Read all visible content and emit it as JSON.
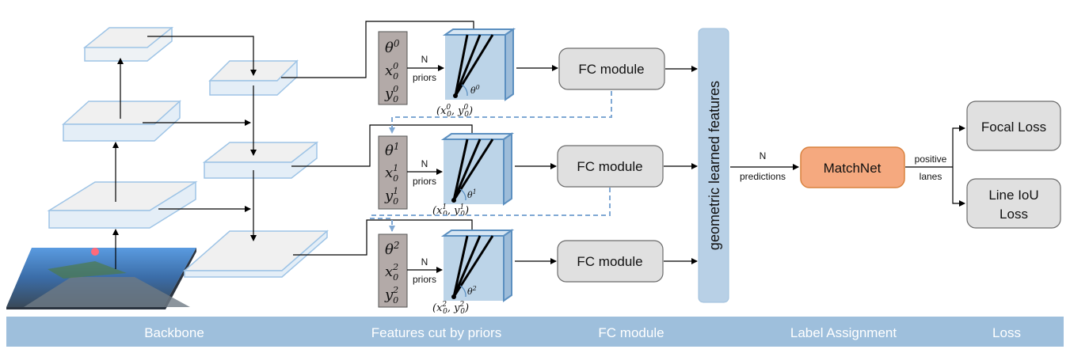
{
  "fc_modules": [
    "FC module",
    "FC module",
    "FC module"
  ],
  "priors_label": [
    "N",
    "priors"
  ],
  "priors": [
    {
      "theta": "θ",
      "x": "x",
      "y": "y",
      "sup": "0",
      "sub": "0",
      "coord": "(x",
      "coord_tail": ")"
    },
    {
      "theta": "θ",
      "x": "x",
      "y": "y",
      "sup": "1",
      "sub": "0",
      "coord": "(x",
      "coord_tail": ")"
    },
    {
      "theta": "θ",
      "x": "x",
      "y": "y",
      "sup": "2",
      "sub": "0",
      "coord": "(x",
      "coord_tail": ")"
    }
  ],
  "geometric_features": "geometric learned features",
  "predictions_label": [
    "N",
    "predictions"
  ],
  "matchnet": "MatchNet",
  "positive_lanes": [
    "positive",
    "lanes"
  ],
  "focal_loss": "Focal Loss",
  "line_iou_loss": [
    "Line IoU",
    "Loss"
  ],
  "stages": [
    "Backbone",
    "Features cut by priors",
    "FC module",
    "Label Assignment",
    "Loss"
  ],
  "colors": {
    "stage_bar": "#9ebfdc",
    "geo_bar": "#b8d0e6",
    "matchnet": "#f5a97f",
    "matchnet_border": "#d9823f",
    "fc_box": "#e0e0e0",
    "prior_box": "#b3aaa8",
    "feature_map": "#bcd4e8",
    "dashed": "#7fa8d4"
  }
}
